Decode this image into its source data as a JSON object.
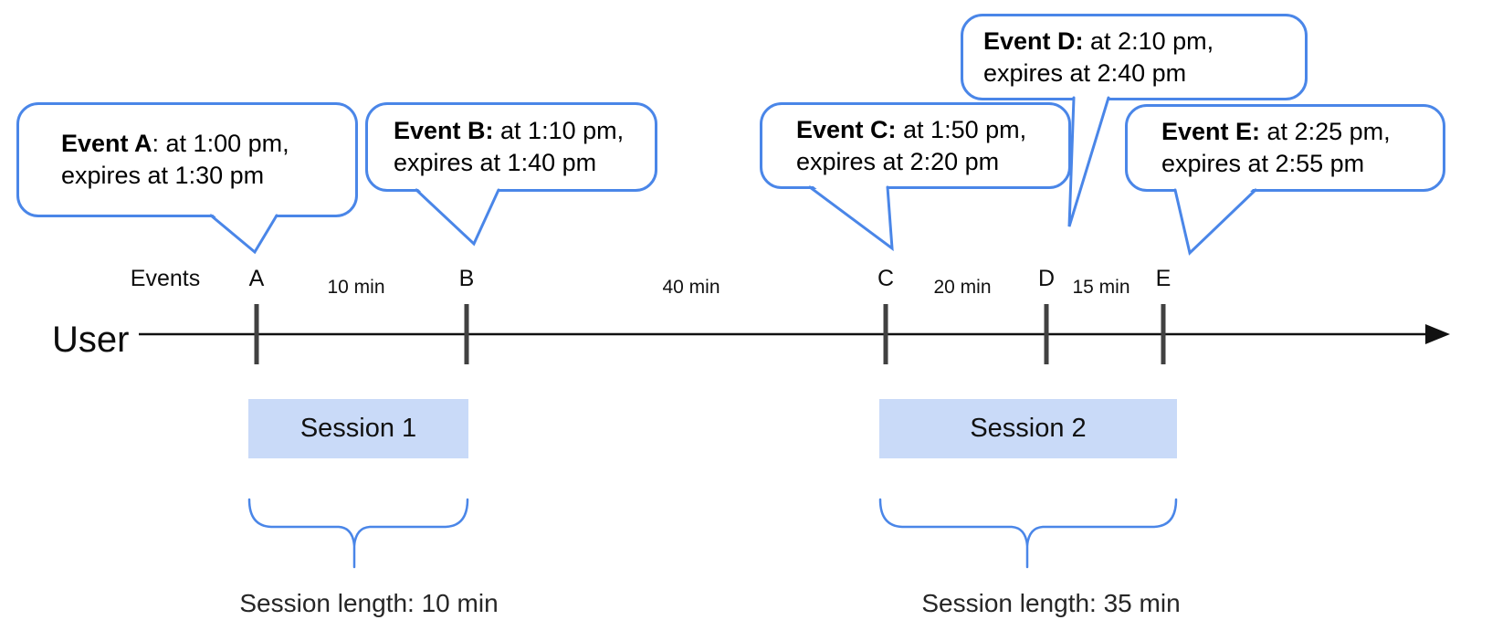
{
  "diagram": {
    "user_label": "User",
    "events_label": "Events",
    "bubbles": [
      {
        "bold": "Event A",
        "rest": ": at 1:00 pm,",
        "line2": "expires at 1:30 pm"
      },
      {
        "bold": "Event B:",
        "rest": " at 1:10 pm,",
        "line2": "expires at 1:40 pm"
      },
      {
        "bold": "Event C:",
        "rest": " at 1:50 pm,",
        "line2": "expires at 2:20 pm"
      },
      {
        "bold": "Event D:",
        "rest": " at 2:10 pm,",
        "line2": "expires at 2:40 pm"
      },
      {
        "bold": "Event E:",
        "rest": " at 2:25 pm,",
        "line2": "expires at 2:55 pm"
      }
    ],
    "marks": [
      "A",
      "B",
      "C",
      "D",
      "E"
    ],
    "intervals": [
      "10 min",
      "40 min",
      "20 min",
      "15 min"
    ],
    "sessions": [
      {
        "label": "Session 1",
        "length": "Session length: 10 min"
      },
      {
        "label": "Session 2",
        "length": "Session length: 35 min"
      }
    ],
    "colors": {
      "bubble_border": "#4a86e8",
      "brace": "#4a86e8",
      "session_fill": "#c9daf8",
      "timeline": "#111111",
      "tick": "#414141",
      "text": "#000000"
    }
  }
}
